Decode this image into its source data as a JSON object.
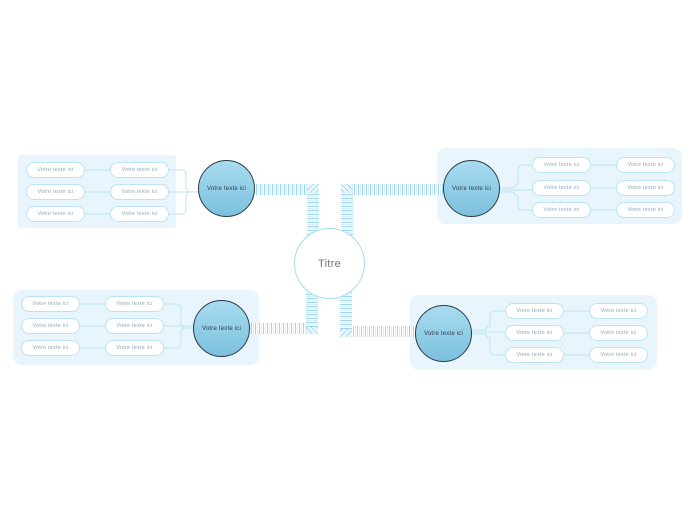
{
  "diagram": {
    "type": "mind-map",
    "language": "fr",
    "center": {
      "label": "Titre"
    },
    "placeholder_text": "Votre texte ici",
    "colors": {
      "canvas": "#ffffff",
      "panel_fill": "#e8f5fc",
      "pill_border": "#bde3f3",
      "pill_fill": "#ffffff",
      "pill_text": "#8fa8b4",
      "circle_border": "#2b3b44",
      "circle_gradient_top": "#a8dcf0",
      "circle_gradient_bottom": "#7cc0dd",
      "center_border": "#a9dcf0",
      "center_text": "#6b7a83",
      "connector_line": "#bde3f3",
      "ribbon_stripe": "#9fd6ee"
    },
    "branches": [
      {
        "id": "top-left",
        "position": "top-left",
        "circle_label": "Votre texte ici",
        "inner_nodes": [
          "Votre texte ici",
          "Votre texte ici",
          "Votre texte ici"
        ],
        "outer_nodes": [
          "Votre texte ici",
          "Votre texte ici",
          "Votre texte ici"
        ]
      },
      {
        "id": "top-right",
        "position": "top-right",
        "circle_label": "Votre texte ici",
        "inner_nodes": [
          "Votre texte ici",
          "Votre texte ici",
          "Votre texte ici"
        ],
        "outer_nodes": [
          "Votre texte ici",
          "Votre texte ici",
          "Votre texte ici"
        ]
      },
      {
        "id": "bottom-left",
        "position": "bottom-left",
        "circle_label": "Votre texte ici",
        "inner_nodes": [
          "Votre texte ici",
          "Votre texte ici",
          "Votre texte ici"
        ],
        "outer_nodes": [
          "Votre texte ici",
          "Votre texte ici",
          "Votre texte ici"
        ]
      },
      {
        "id": "bottom-right",
        "position": "bottom-right",
        "circle_label": "Votre texte ici",
        "inner_nodes": [
          "Votre texte ici",
          "Votre texte ici",
          "Votre texte ici"
        ],
        "outer_nodes": [
          "Votre texte ici",
          "Votre texte ici",
          "Votre texte ici"
        ]
      }
    ]
  }
}
